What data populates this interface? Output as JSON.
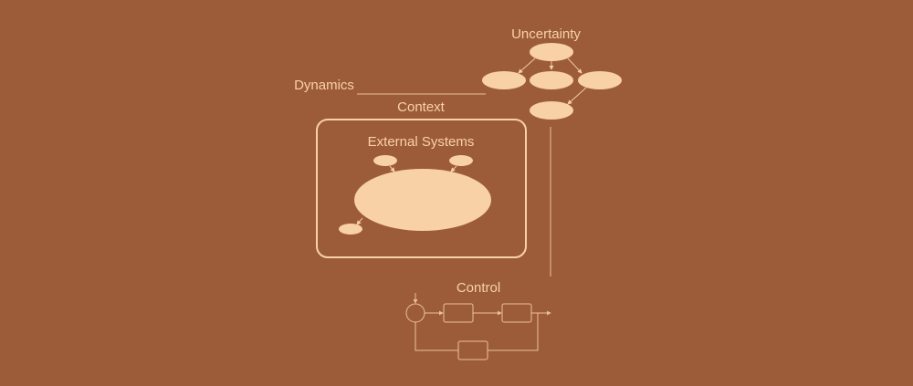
{
  "labels": {
    "uncertainty": "Uncertainty",
    "dynamics": "Dynamics",
    "context": "Context",
    "external_systems": "External Systems",
    "control": "Control"
  },
  "colors": {
    "background": "#9c5c3a",
    "foreground": "#f9d1a6"
  }
}
